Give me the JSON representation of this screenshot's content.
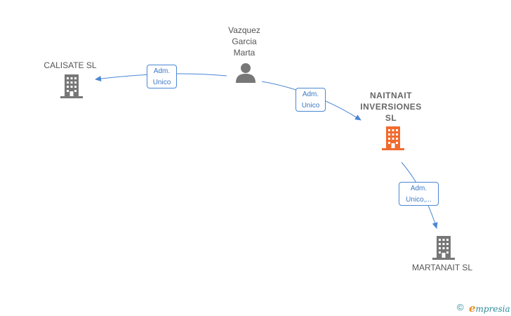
{
  "nodes": {
    "person": {
      "name_lines": [
        "Vazquez",
        "Garcia",
        "Marta"
      ],
      "icon": "person-icon",
      "color": "#777777"
    },
    "calisate": {
      "name": "CALISATE  SL",
      "icon": "building-icon",
      "color": "#777777"
    },
    "naitnait": {
      "name_lines": [
        "NAITNAIT",
        "INVERSIONES",
        "SL"
      ],
      "icon": "building-icon",
      "color": "#f26a2e"
    },
    "martanait": {
      "name": "MARTANAIT  SL",
      "icon": "building-icon",
      "color": "#777777"
    }
  },
  "edges": {
    "person_to_calisate": {
      "label_lines": [
        "Adm.",
        "Unico"
      ]
    },
    "person_to_naitnait": {
      "label_lines": [
        "Adm.",
        "Unico"
      ]
    },
    "naitnait_to_martanait": {
      "label_lines": [
        "Adm.",
        "Unico,..."
      ]
    }
  },
  "colors": {
    "edge": "#4a86d4"
  },
  "footer": {
    "copyright_symbol": "©",
    "brand_first_letter": "e",
    "brand_rest": "mpresia"
  }
}
